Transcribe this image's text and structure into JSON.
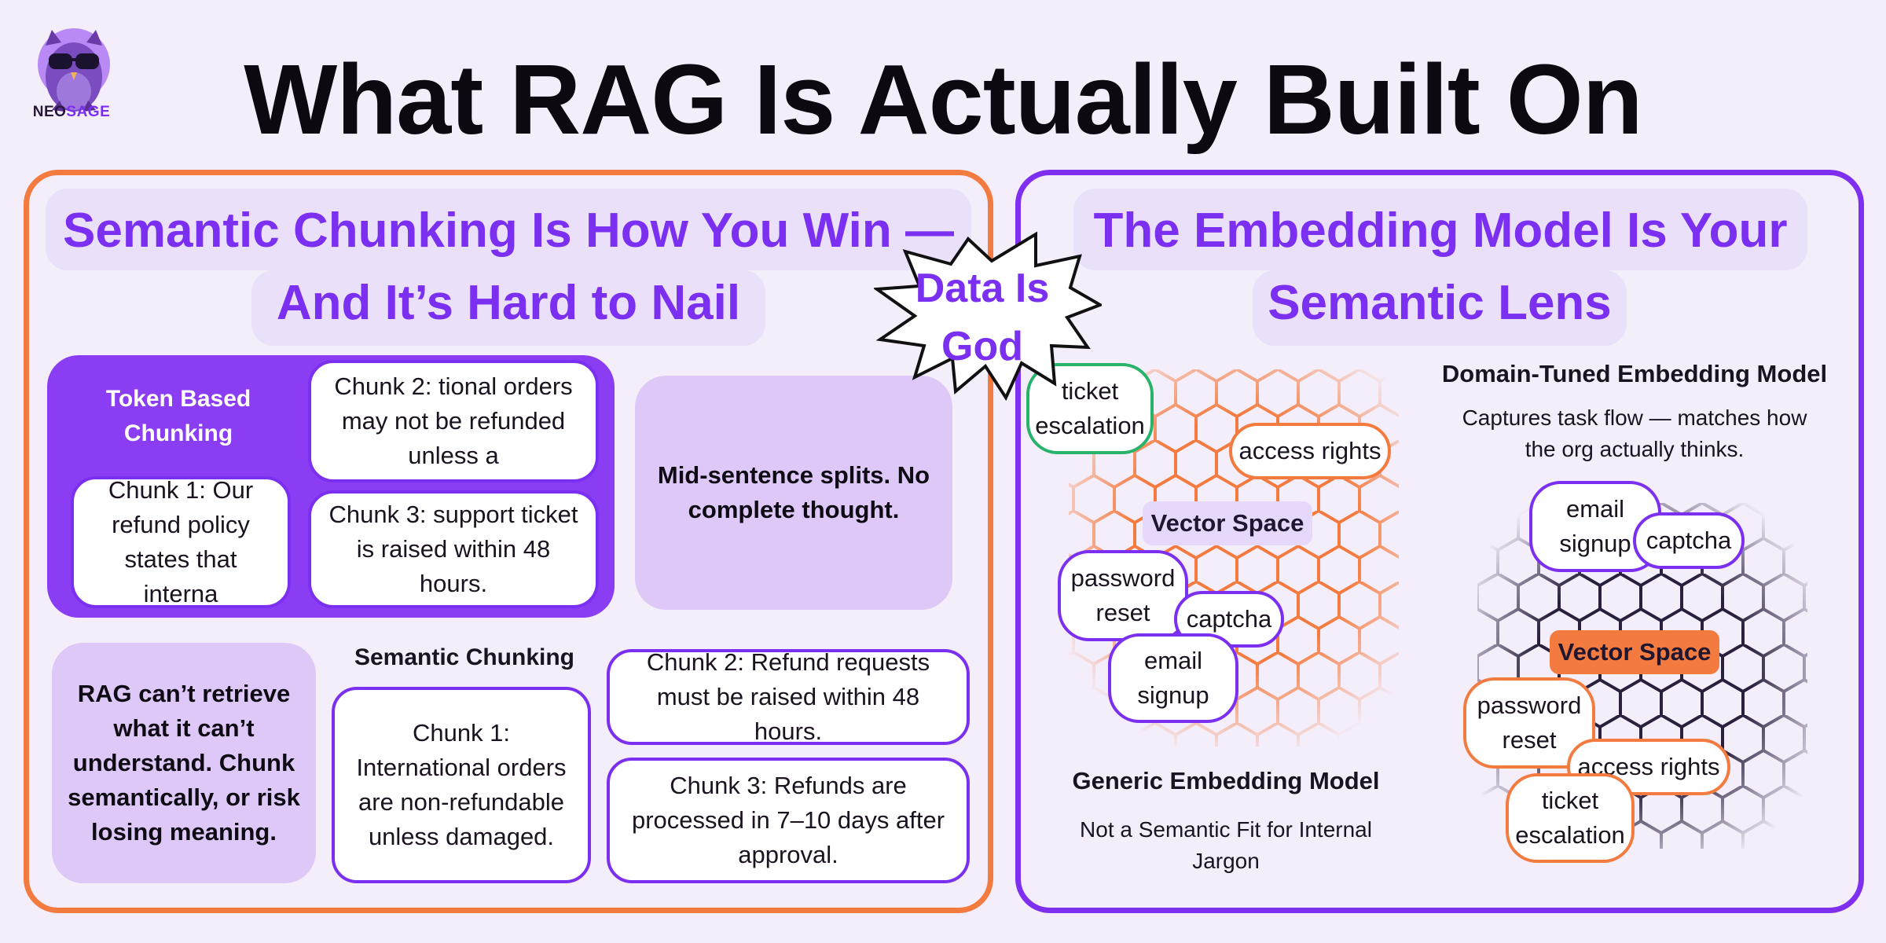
{
  "brand": {
    "name_part1": "NEO",
    "name_part2": "SAGE"
  },
  "title": "What RAG Is Actually Built On",
  "left_panel": {
    "title_line1": "Semantic Chunking Is How You Win —",
    "title_line2": "And It’s Hard to Nail",
    "token_label": "Token Based Chunking",
    "token_chunks": [
      "Chunk 1: Our refund policy states that interna",
      "Chunk 2: tional orders may not be refunded unless a",
      "Chunk 3: support ticket is raised within 48 hours."
    ],
    "token_note": "Mid-sentence splits. No complete thought.",
    "rag_note": "RAG can’t retrieve what it can’t understand. Chunk semantically, or risk losing meaning.",
    "semantic_label": "Semantic Chunking",
    "semantic_chunks": [
      "Chunk 1: International orders are non-refundable unless damaged.",
      "Chunk 2: Refund requests must be raised within 48 hours.",
      "Chunk 3: Refunds are processed in 7–10 days after approval."
    ]
  },
  "burst": {
    "line1": "Data Is",
    "line2": "God"
  },
  "right_panel": {
    "title_line1": "The Embedding Model Is Your",
    "title_line2": "Semantic Lens",
    "generic": {
      "vector_space": "Vector Space",
      "terms": [
        "ticket escalation",
        "access rights",
        "password reset",
        "captcha",
        "email signup"
      ],
      "caption_title": "Generic Embedding Model",
      "caption_text": "Not a Semantic Fit for Internal Jargon"
    },
    "tuned": {
      "caption_title": "Domain-Tuned Embedding Model",
      "caption_text": "Captures task flow — matches how the org actually thinks.",
      "vector_space": "Vector Space",
      "terms": [
        "email signup",
        "captcha",
        "password reset",
        "access rights",
        "ticket escalation"
      ]
    }
  },
  "colors": {
    "purple": "#7b2ff0",
    "orange": "#f47b3f",
    "green": "#28b36a",
    "background": "#f4eefb"
  }
}
